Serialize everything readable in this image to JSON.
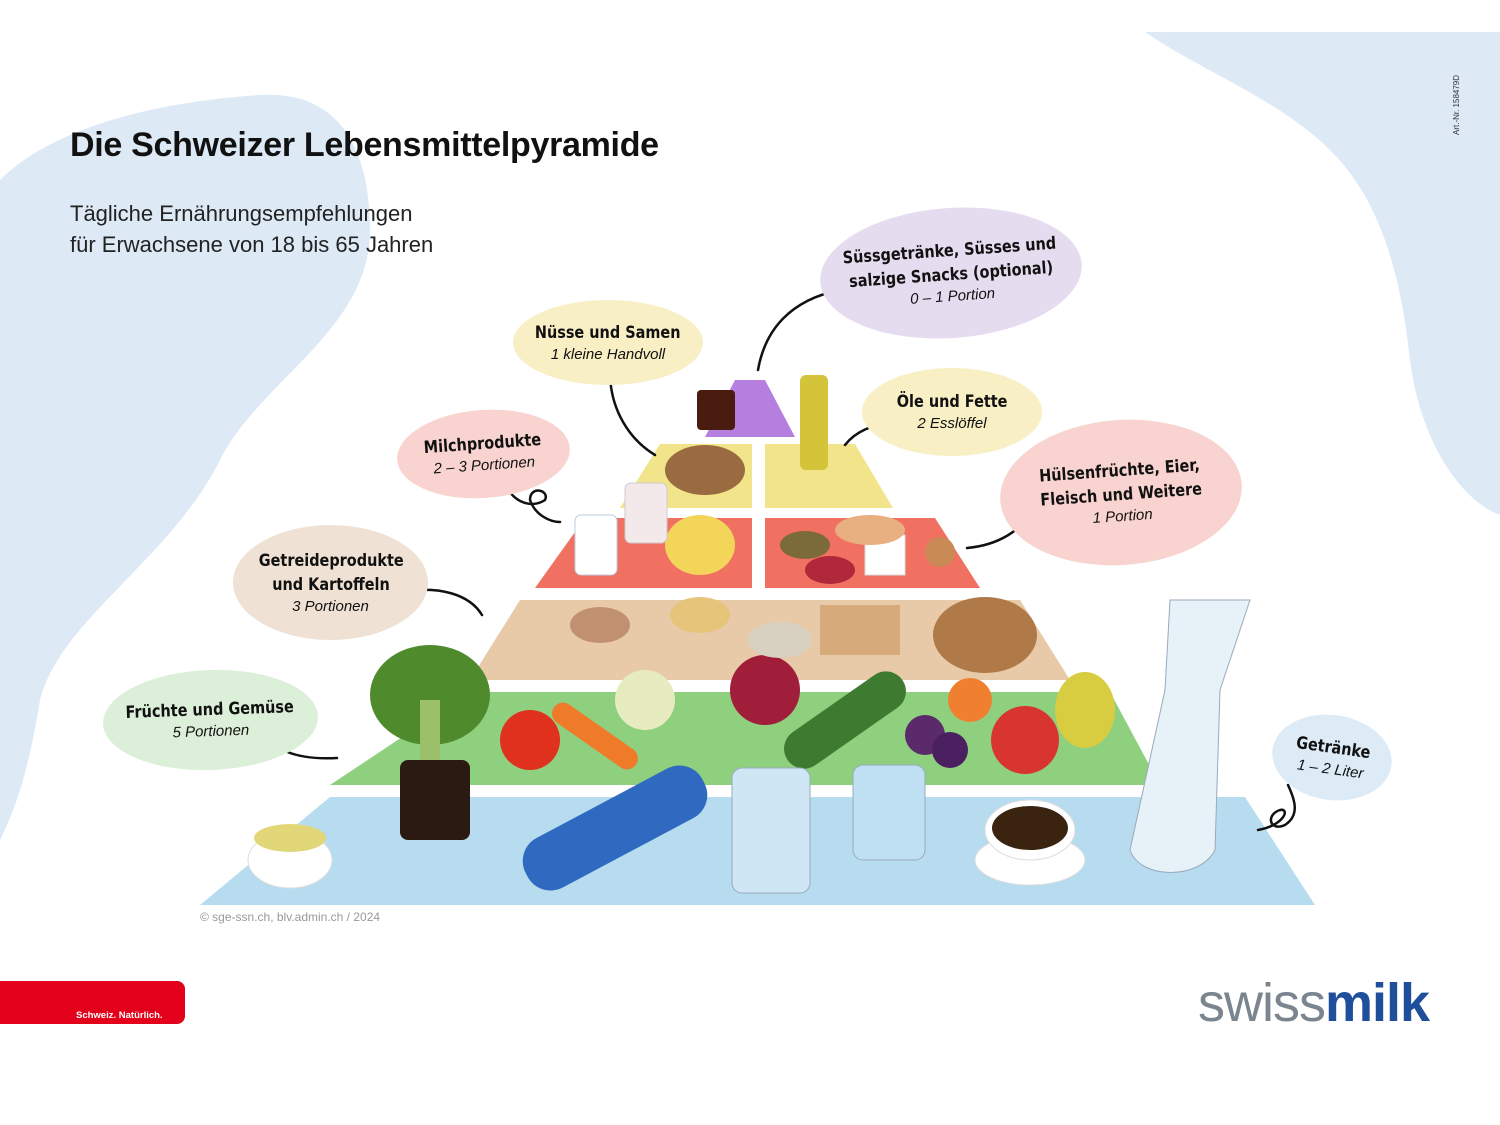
{
  "header": {
    "title": "Die Schweizer Lebensmittelpyramide",
    "subtitle_line1": "Tägliche Ernährungsempfehlungen",
    "subtitle_line2": "für Erwachsene von 18 bis 65 Jahren",
    "article_number": "Art.-Nr. 158479D"
  },
  "levels": [
    {
      "name": "Süssgetränke, Süsses und salzige Snacks (optional)",
      "portion": "0 – 1 Portion",
      "color": "#b57fe0"
    },
    {
      "name": "Nüsse und Samen",
      "portion": "1 kleine Handvoll",
      "color": "#f1e48a"
    },
    {
      "name": "Öle und Fette",
      "portion": "2 Esslöffel",
      "color": "#f1e48a"
    },
    {
      "name": "Milchprodukte",
      "portion": "2 – 3 Portionen",
      "color": "#f07062"
    },
    {
      "name": "Hülsenfrüchte, Eier, Fleisch und Weitere",
      "portion": "1 Portion",
      "color": "#f07062"
    },
    {
      "name": "Getreideprodukte und Kartoffeln",
      "portion": "3 Portionen",
      "color": "#e8c9a8"
    },
    {
      "name": "Früchte und Gemüse",
      "portion": "5 Portionen",
      "color": "#8fd07f"
    },
    {
      "name": "Getränke",
      "portion": "1 – 2 Liter",
      "color": "#b7dcef"
    }
  ],
  "footer": {
    "copyright": "© sge-ssn.ch, blv.admin.ch / 2024",
    "tagline": "Schweiz. Natürlich.",
    "logo_part1": "swiss",
    "logo_part2": "milk"
  }
}
